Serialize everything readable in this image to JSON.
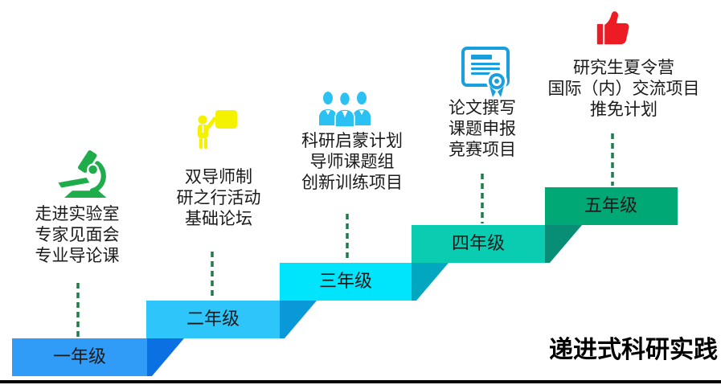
{
  "title": "递进式科研实践",
  "colors": {
    "connector": "#237A4C",
    "baseline": "#000000",
    "text": "#1A1A1A"
  },
  "steps": [
    {
      "label": "一年级",
      "bar_color": "#319CF7",
      "fold_color": "#0B70E1"
    },
    {
      "label": "二年级",
      "bar_color": "#2EC6FA",
      "fold_color": "#0999D8"
    },
    {
      "label": "三年级",
      "bar_color": "#00E4FC",
      "fold_color": "#00A7BE"
    },
    {
      "label": "四年级",
      "bar_color": "#0ACCB1",
      "fold_color": "#088E76"
    },
    {
      "label": "五年级",
      "bar_color": "#00A876"
    }
  ],
  "columns": [
    {
      "icon": "microscope-icon",
      "icon_color": "#1FAD4B",
      "lines": [
        "走进实验室",
        "专家见面会",
        "专业导论课"
      ]
    },
    {
      "icon": "presenter-icon",
      "icon_color": "#F5F200",
      "lines": [
        "双导师制",
        "研之行活动",
        "基础论坛"
      ]
    },
    {
      "icon": "team-icon",
      "icon_color": "#2BC1F2",
      "lines": [
        "科研启蒙计划",
        "导师课题组",
        "创新训练项目"
      ]
    },
    {
      "icon": "certificate-icon",
      "icon_color": "#199FDC",
      "lines": [
        "论文撰写",
        "课题申报",
        "竞赛项目"
      ]
    },
    {
      "icon": "thumbs-up-icon",
      "icon_color": "#ED1C24",
      "lines": [
        "研究生夏令营",
        "国际（内）交流项目",
        "推免计划"
      ]
    }
  ]
}
